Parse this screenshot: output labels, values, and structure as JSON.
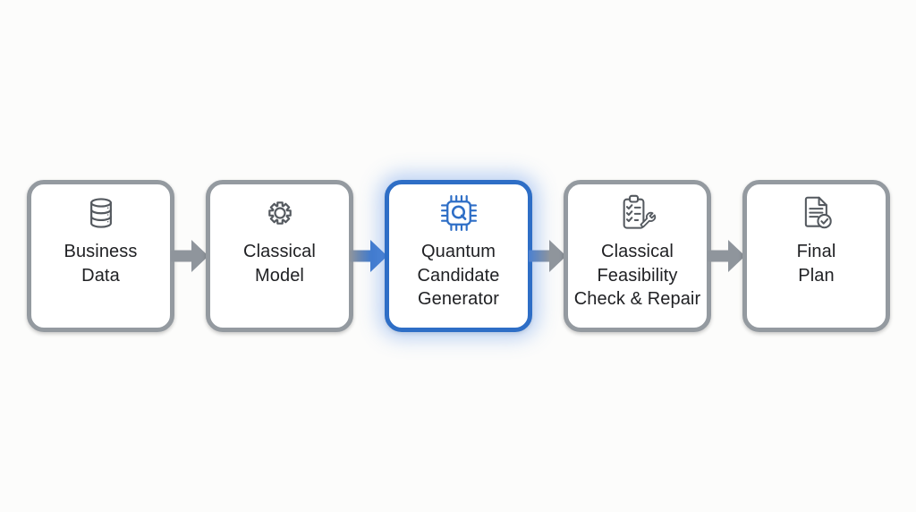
{
  "diagram": {
    "steps": [
      {
        "name": "business-data",
        "icon": "database-icon",
        "label_lines": [
          "Business",
          "Data"
        ],
        "highlighted": false
      },
      {
        "name": "classical-model",
        "icon": "gear-icon",
        "label_lines": [
          "Classical",
          "Model"
        ],
        "highlighted": false
      },
      {
        "name": "quantum-candidate-generator",
        "icon": "quantum-chip-icon",
        "label_lines": [
          "Quantum",
          "Candidate",
          "Generator"
        ],
        "highlighted": true
      },
      {
        "name": "classical-feasibility-check-repair",
        "icon": "clipboard-wrench-icon",
        "label_lines": [
          "Classical",
          "Feasibility",
          "Check & Repair"
        ],
        "highlighted": false
      },
      {
        "name": "final-plan",
        "icon": "document-check-icon",
        "label_lines": [
          "Final",
          "Plan"
        ],
        "highlighted": false
      }
    ],
    "connections": [
      {
        "from": "business-data",
        "to": "classical-model",
        "style": "gray"
      },
      {
        "from": "classical-model",
        "to": "quantum-candidate-generator",
        "style": "gray-to-blue"
      },
      {
        "from": "quantum-candidate-generator",
        "to": "classical-feasibility-check-repair",
        "style": "blue-to-gray"
      },
      {
        "from": "classical-feasibility-check-repair",
        "to": "final-plan",
        "style": "gray"
      }
    ],
    "colors": {
      "background": "#fcfcfb",
      "box_border_gray": "#949aa0",
      "box_border_highlight": "#2e6ec6",
      "highlight_glow": "#9cc0f0",
      "arrow_gray": "#8f959c",
      "arrow_blue": "#3f79cc",
      "icon_gray": "#54595f",
      "icon_blue": "#2e6ec6",
      "text": "#202124"
    }
  }
}
